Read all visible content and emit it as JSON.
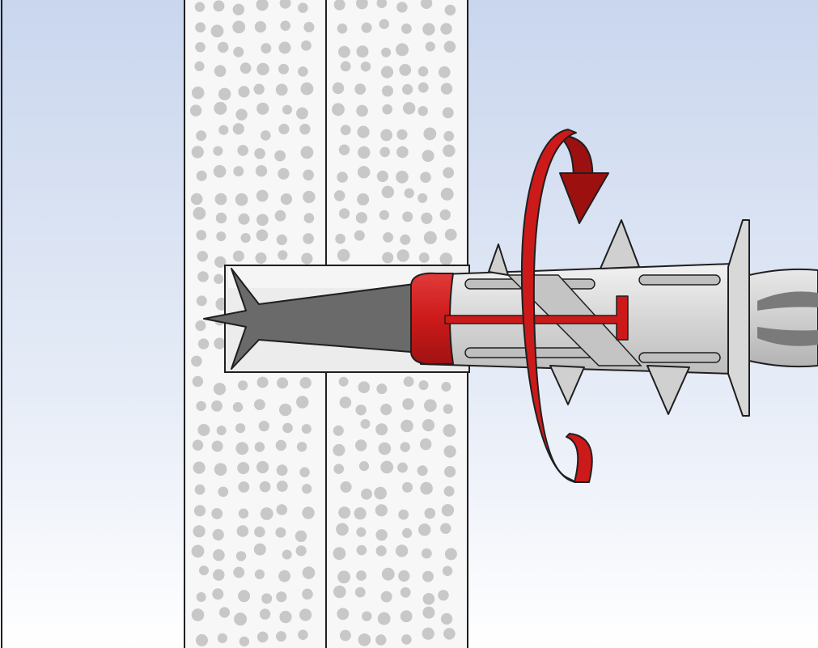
{
  "diagram": {
    "subject": "hollow-wall-anchor-installation",
    "elements": {
      "plasterboard": {
        "layers": 2
      },
      "drill_bit": {},
      "anchor": {
        "fins": 3,
        "tip_ribs": 2
      },
      "screwdriver_tip": {},
      "rotation_arrow": {
        "direction": "clockwise"
      }
    },
    "colors": {
      "sky_top": "#c9d6ee",
      "sky_bottom": "#ffffff",
      "board_fill": "#f7f7f7",
      "board_dots": "#c8c8c8",
      "outline": "#1f1f1f",
      "drill_gray": "#6a6a6a",
      "anchor_gray": "#d7d7d7",
      "red": "#cc1a1a",
      "red_dark": "#9c1010"
    }
  }
}
